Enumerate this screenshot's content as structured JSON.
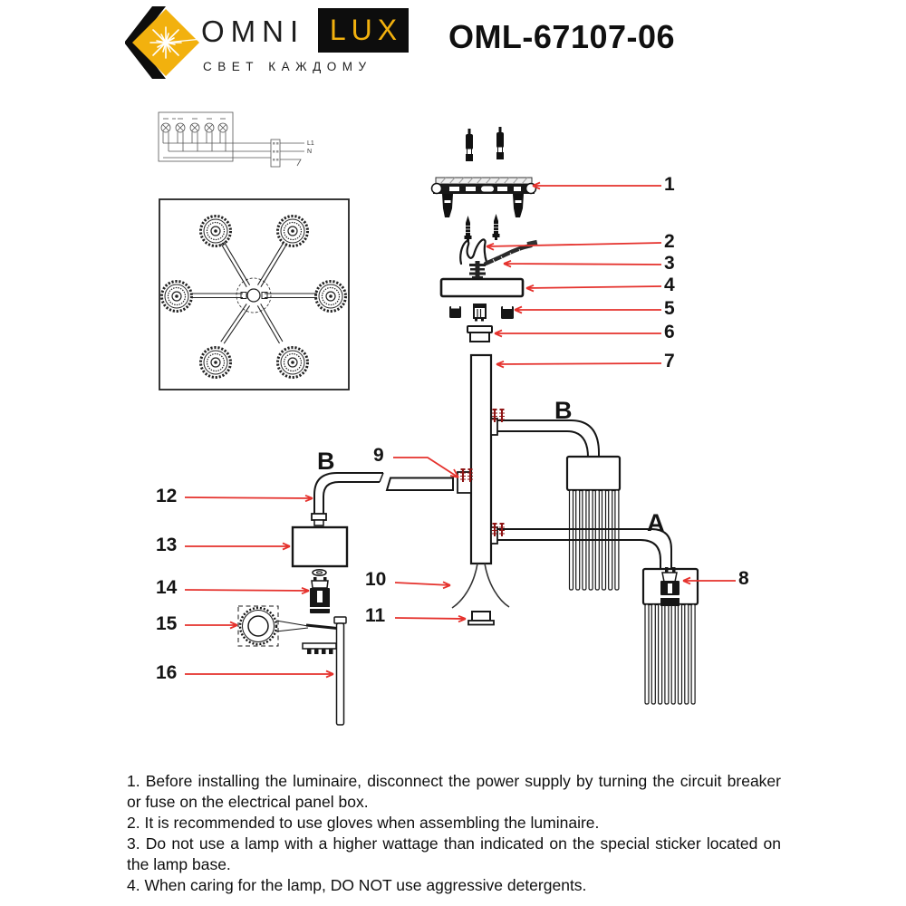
{
  "header": {
    "brand_word": "OMNI",
    "brand_box_word": "LUX",
    "tagline": "СВЕТ КАЖДОМУ",
    "model": "OML-67107-06"
  },
  "colors": {
    "accent_red": "#E5322D",
    "brand_yellow": "#F2B10E",
    "ink": "#161616"
  },
  "wiring_labels": {
    "line": "L1",
    "neutral": "N"
  },
  "assembly_labels": {
    "arm_b_left": "B",
    "arm_b_right": "B",
    "arm_a": "A"
  },
  "callouts": [
    "1",
    "2",
    "3",
    "4",
    "5",
    "6",
    "7",
    "8",
    "9",
    "10",
    "11",
    "12",
    "13",
    "14",
    "15",
    "16"
  ],
  "instructions": [
    "1. Before installing the luminaire, disconnect the power supply by turning the circuit breaker or fuse on the electrical panel box.",
    "2. It is recommended to use gloves when assembling the luminaire.",
    "3. Do not use a lamp with a higher wattage than indicated on the special sticker located on the lamp base.",
    "4. When caring for the lamp, DO NOT use aggressive detergents."
  ]
}
